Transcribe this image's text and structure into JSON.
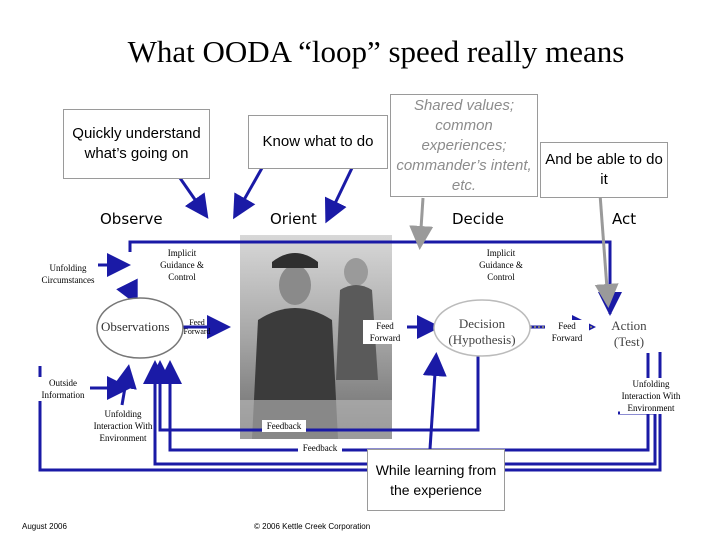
{
  "title": "What OODA “loop” speed really means",
  "callouts": {
    "understand": "Quickly understand what’s going on",
    "know": "Know what to do",
    "shared": "Shared values; common experiences; commander’s intent, etc.",
    "act": "And be able to do it",
    "learning": "While learning from the experience"
  },
  "headings": {
    "observe": "Observe",
    "orient": "Orient",
    "decide": "Decide",
    "act": "Act"
  },
  "labels": {
    "implicit_1": "Implicit Guidance & Control",
    "implicit_2": "Implicit Guidance & Control",
    "unfolding_circumstances": "Unfolding Circumstances",
    "observations": "Observations",
    "feed_forward_1": "Feed Forward",
    "feed_forward_2": "Feed Forward",
    "feed_forward_3": "Feed Forward",
    "decision": "Decision (Hypothesis)",
    "action": "Action (Test)",
    "outside_information": "Outside Information",
    "unfolding_interaction_1": "Unfolding Interaction With Environment",
    "unfolding_interaction_2": "Unfolding Interaction With Environment",
    "feedback_1": "Feedback",
    "feedback_2": "Feedback"
  },
  "footer": {
    "date": "August 2006",
    "copyright": "© 2006 Kettle Creek Corporation"
  },
  "colors": {
    "loop": "#1a1aa6",
    "dotted": "#7a7a7a",
    "callout_border": "#9a9a9a"
  }
}
